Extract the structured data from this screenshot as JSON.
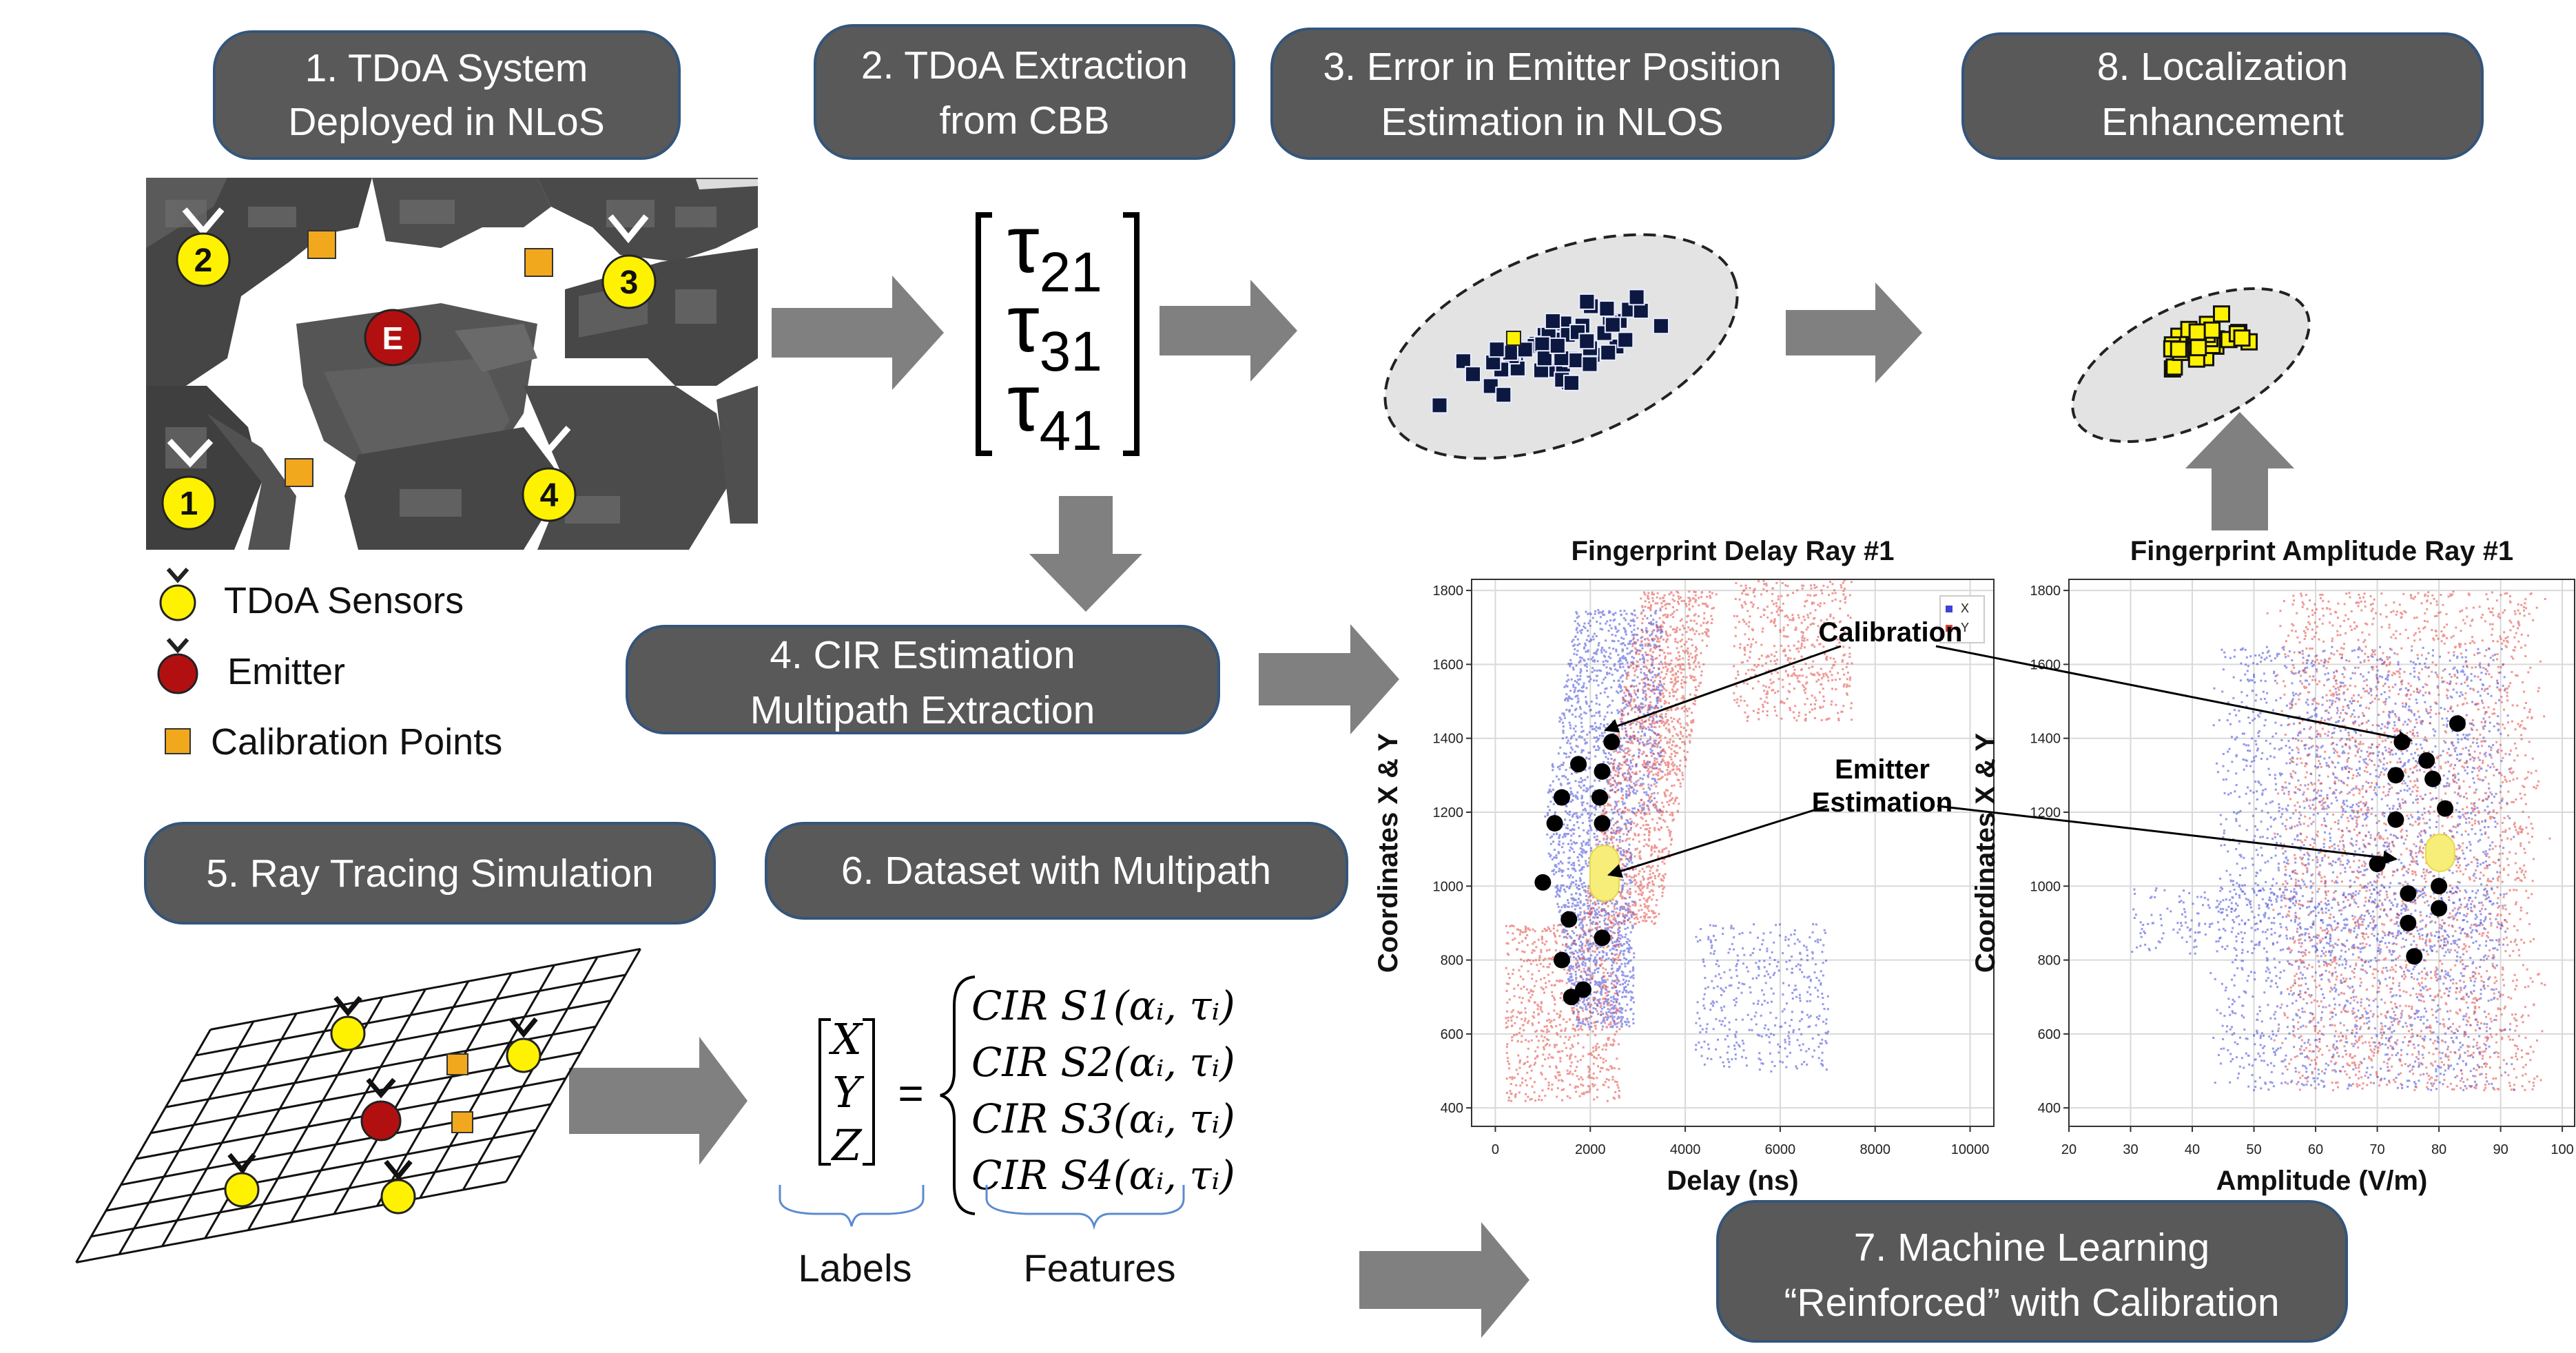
{
  "steps": [
    {
      "line1": "1. TDoA System",
      "line2": "Deployed in NLoS"
    },
    {
      "line1": "2. TDoA Extraction",
      "line2": "from CBB"
    },
    {
      "line1": "3. Error in Emitter Position",
      "line2": "Estimation in NLOS"
    },
    {
      "line1": "8. Localization",
      "line2": "Enhancement"
    },
    {
      "line1": "4. CIR Estimation",
      "line2": "Multipath Extraction"
    },
    {
      "line1": "5. Ray Tracing Simulation",
      "line2": ""
    },
    {
      "line1": "6. Dataset with Multipath",
      "line2": ""
    },
    {
      "line1": "7. Machine Learning",
      "line2": "“Reinforced” with Calibration"
    }
  ],
  "city": {
    "sensor_labels": [
      "1",
      "2",
      "3",
      "4"
    ],
    "emitter_label": "E"
  },
  "legend": {
    "sensors": "TDoA Sensors",
    "emitter": "Emitter",
    "calibration": "Calibration Points"
  },
  "tdoa_vector": {
    "base": "τ",
    "subs": [
      "21",
      "31",
      "41"
    ]
  },
  "equation": {
    "labels": [
      "X",
      "Y",
      "Z"
    ],
    "equals": "=",
    "rows": [
      "CIR S1(αᵢ, τᵢ)",
      "CIR S2(αᵢ, τᵢ)",
      "CIR S3(αᵢ, τᵢ)",
      "CIR S4(αᵢ, τᵢ)"
    ],
    "labels_caption": "Labels",
    "features_caption": "Features"
  },
  "annotations": {
    "calibration": "Calibration",
    "emitter_line1": "Emitter",
    "emitter_line2": "Estimation"
  },
  "chart_data": [
    {
      "type": "scatter",
      "title": "Fingerprint Delay Ray #1",
      "xlabel": "Delay (ns)",
      "ylabel": "Coordinates X & Y",
      "xlim": [
        -500,
        10500
      ],
      "ylim": [
        350,
        1830
      ],
      "xticks": [
        0,
        2000,
        4000,
        6000,
        8000,
        10000
      ],
      "yticks": [
        400,
        600,
        800,
        1000,
        1200,
        1400,
        1600,
        1800
      ],
      "grid": true,
      "legend": [
        "X",
        "Y"
      ],
      "legend_position": "top-right",
      "series_colors": {
        "X": "#3b44d6",
        "Y": "#e0413b"
      },
      "calibration_points": [
        [
          2450,
          1390
        ],
        [
          1750,
          1330
        ],
        [
          2250,
          1310
        ],
        [
          1400,
          1240
        ],
        [
          2200,
          1240
        ],
        [
          1250,
          1170
        ],
        [
          2250,
          1170
        ],
        [
          1000,
          1010
        ],
        [
          1550,
          910
        ],
        [
          2250,
          860
        ],
        [
          1400,
          800
        ],
        [
          1850,
          720
        ],
        [
          1600,
          700
        ]
      ],
      "emitter_estimate": {
        "x": 2300,
        "y_range": [
          960,
          1110
        ]
      }
    },
    {
      "type": "scatter",
      "title": "Fingerprint Amplitude Ray #1",
      "xlabel": "Amplitude (V/m)",
      "ylabel": "Coordinates X & Y",
      "xlim": [
        20,
        102
      ],
      "ylim": [
        350,
        1830
      ],
      "xticks": [
        20,
        30,
        40,
        50,
        60,
        70,
        80,
        90,
        100
      ],
      "yticks": [
        400,
        600,
        800,
        1000,
        1200,
        1400,
        1600,
        1800
      ],
      "grid": true,
      "series_colors": {
        "X": "#3b44d6",
        "Y": "#e0413b"
      },
      "calibration_points": [
        [
          83,
          1440
        ],
        [
          74,
          1390
        ],
        [
          78,
          1340
        ],
        [
          79,
          1290
        ],
        [
          73,
          1300
        ],
        [
          73,
          1180
        ],
        [
          81,
          1210
        ],
        [
          70,
          1060
        ],
        [
          80,
          1000
        ],
        [
          75,
          980
        ],
        [
          80,
          940
        ],
        [
          75,
          900
        ],
        [
          76,
          810
        ]
      ],
      "emitter_estimate": {
        "x": 80.2,
        "y_range": [
          1040,
          1140
        ]
      }
    }
  ],
  "colors": {
    "step_box": "#595959",
    "step_box_border": "#34557a",
    "arrow": "#808080",
    "sensor": "#fff200",
    "emitter": "#b21010",
    "calibration": "#f2a81d",
    "building": "#4a4a4a"
  }
}
